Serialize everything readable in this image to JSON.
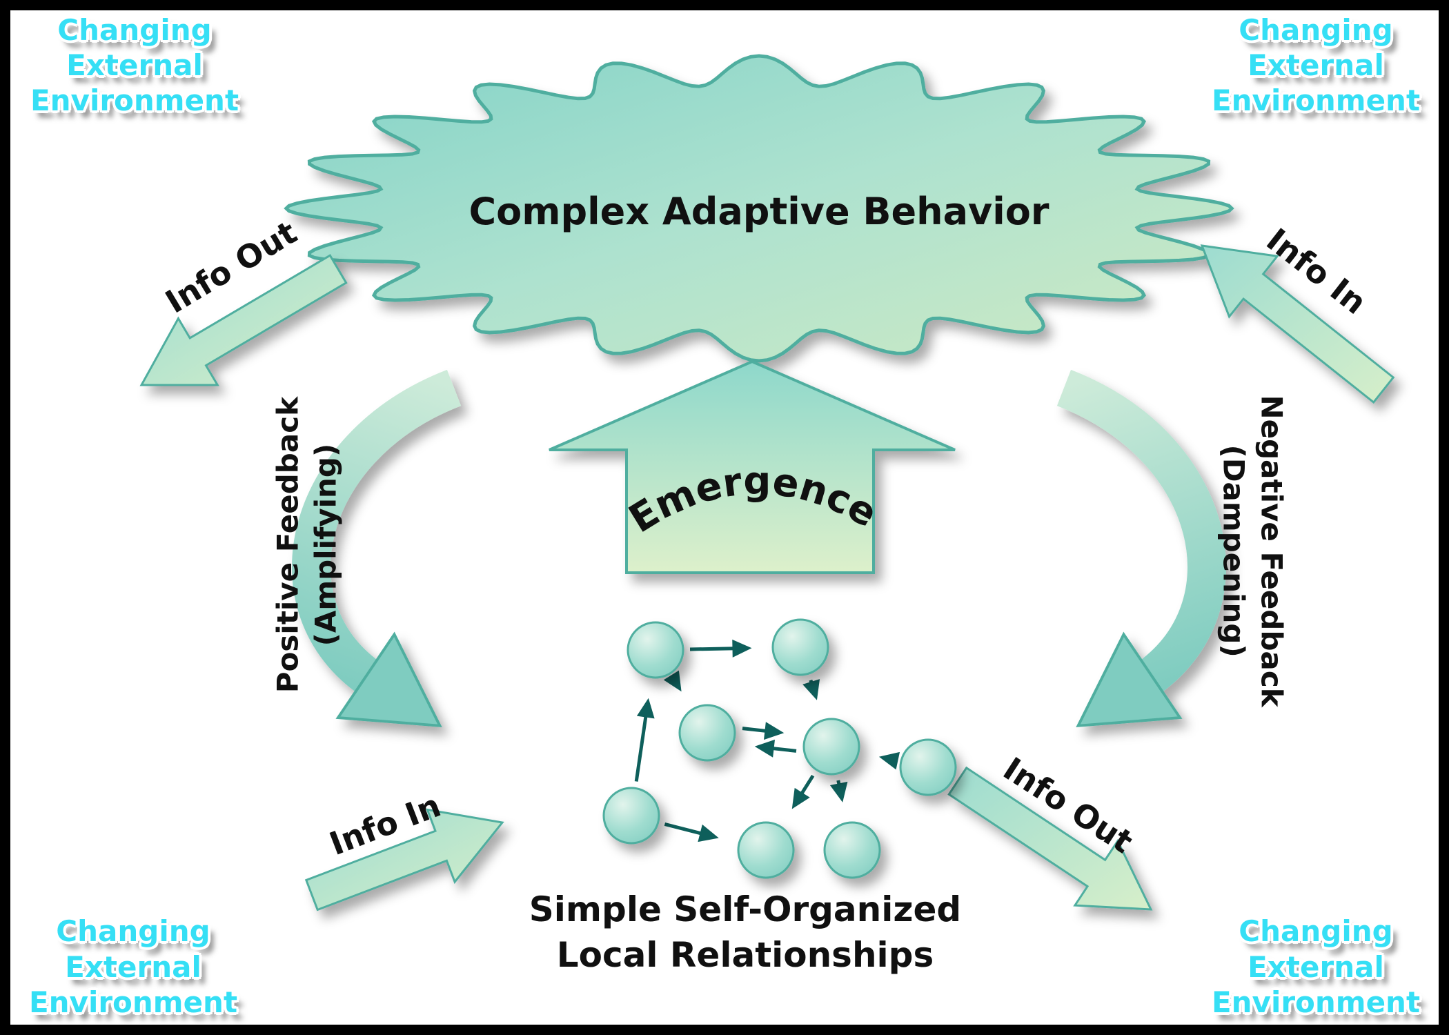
{
  "colors": {
    "accent-teal": "#7fccc0",
    "accent-teal-dark": "#4fae9f",
    "accent-light": "#d9efca",
    "cyan-label": "#35dff5",
    "ink": "#101010",
    "edge-ink": "#0e5f5b"
  },
  "corner_label": {
    "line1": "Changing",
    "line2": "External",
    "line3": "Environment"
  },
  "title": "Complex Adaptive Behavior",
  "arrows": {
    "top_left": "Info Out",
    "top_right": "Info In",
    "bottom_left": "Info In",
    "bottom_right": "Info Out",
    "emergence": "Emergence",
    "left_feedback_line1": "Positive Feedback",
    "left_feedback_line2": "(Amplifying)",
    "right_feedback_line1": "Negative Feedback",
    "right_feedback_line2": "(Dampening)"
  },
  "network_caption": {
    "line1": "Simple Self-Organized",
    "line2": "Local Relationships"
  }
}
